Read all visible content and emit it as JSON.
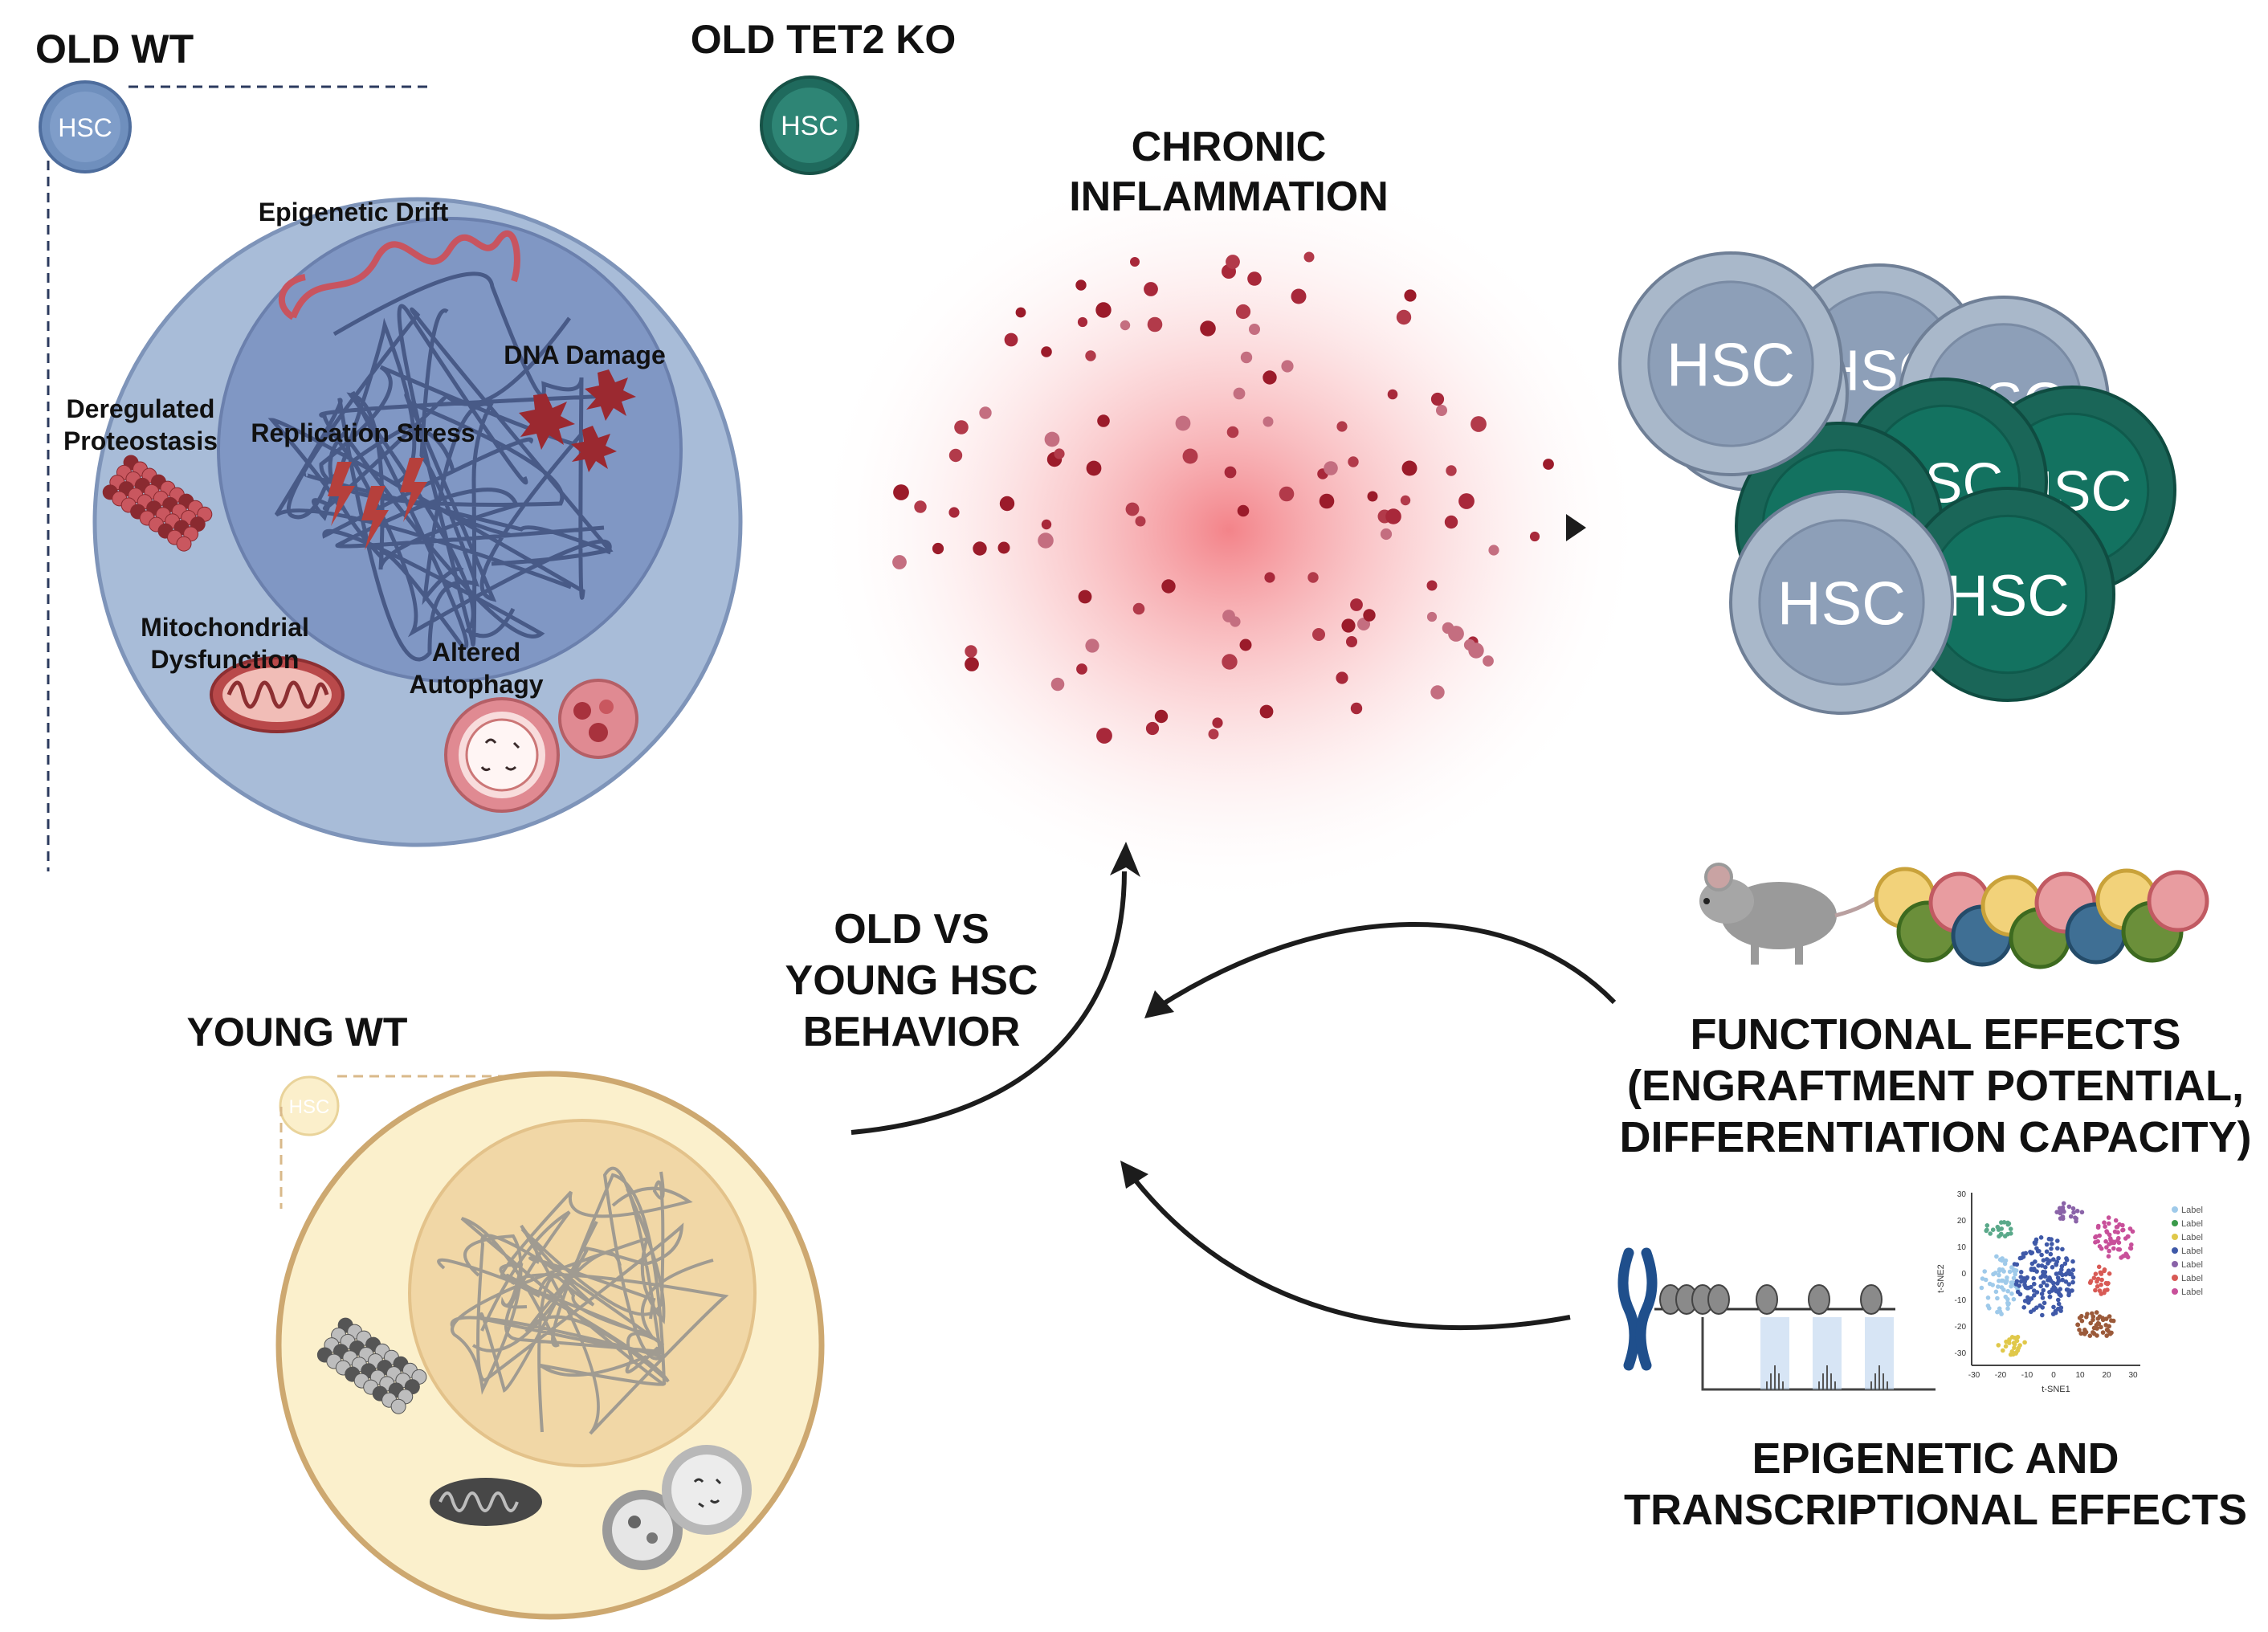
{
  "labels": {
    "old_wt": "OLD WT",
    "old_tet2_ko": "OLD TET2 KO",
    "young_wt": "YOUNG WT",
    "chronic_1": "CHRONIC",
    "chronic_2": "INFLAMMATION",
    "old_vs_1": "OLD VS",
    "old_vs_2": "YOUNG HSC",
    "old_vs_3": "BEHAVIOR",
    "functional_1": "FUNCTIONAL EFFECTS",
    "functional_2": "(ENGRAFTMENT POTENTIAL,",
    "functional_3": "DIFFERENTIATION CAPACITY)",
    "epigenetic_1": "EPIGENETIC AND",
    "epigenetic_2": "TRANSCRIPTIONAL EFFECTS"
  },
  "hallmarks": {
    "epigenetic_drift": "Epigenetic Drift",
    "dna_damage": "DNA Damage",
    "replication_stress": "Replication Stress",
    "proteostasis_1": "Deregulated",
    "proteostasis_2": "Proteostasis",
    "mito_1": "Mitochondrial",
    "mito_2": "Dysfunction",
    "autophagy_1": "Altered",
    "autophagy_2": "Autophagy"
  },
  "hsc_label": "HSC",
  "tsne": {
    "xlabel": "t-SNE1",
    "ylabel": "t-SNE2",
    "xticks": [
      "-30",
      "-20",
      "-10",
      "0",
      "10",
      "20",
      "30"
    ],
    "yticks": [
      "30",
      "20",
      "10",
      "0",
      "-10",
      "-20",
      "-30"
    ],
    "legend": [
      "Label",
      "Label",
      "Label",
      "Label",
      "Label",
      "Label",
      "Label"
    ]
  },
  "colors": {
    "old_cell": "#a8bcd8",
    "old_nucleus": "#8097c4",
    "young_cell": "#fbf0cc",
    "young_nucleus": "#f1d7a6",
    "tet2_green": "#27786a",
    "inflammation": "#e8525a",
    "arrow": "#1c1c1c"
  },
  "icons": [
    "hsc-icon",
    "chromatin-icon",
    "mitochondrion-icon",
    "autophagosome-icon",
    "proteasome-icon",
    "dna-damage-icon",
    "lightning-icon",
    "mouse-icon",
    "blood-cells-icon",
    "chromosome-icon",
    "nucleosome-icon",
    "tsne-plot-icon"
  ]
}
